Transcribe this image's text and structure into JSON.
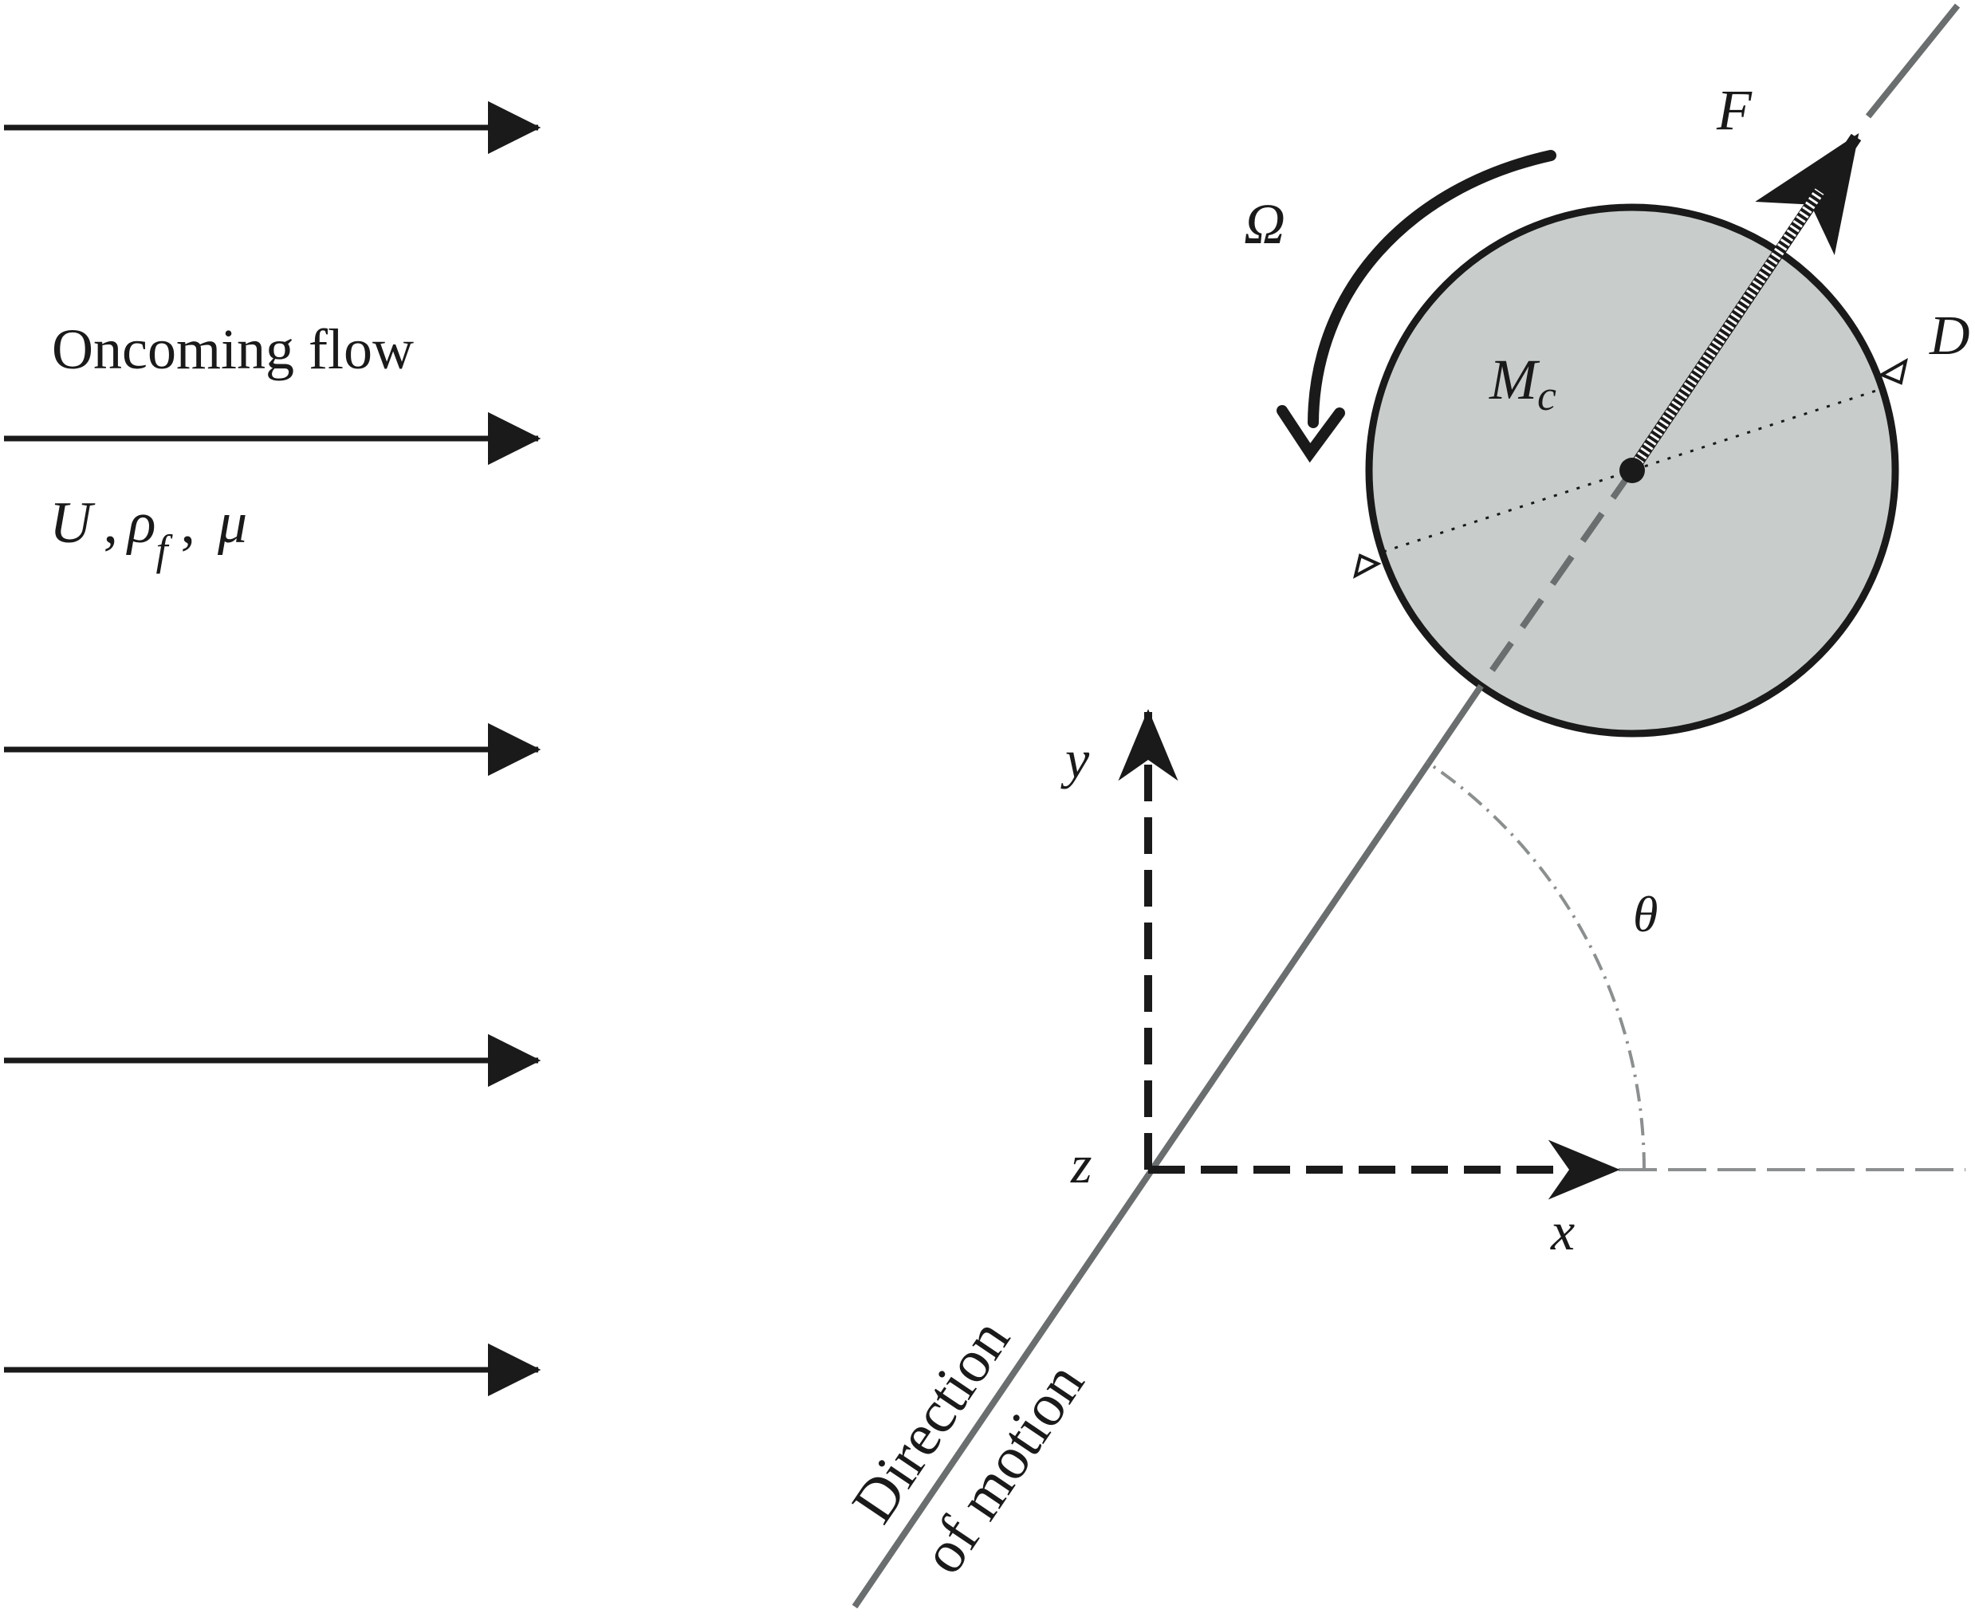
{
  "flow": {
    "title": "Oncoming flow",
    "params": {
      "U": "U",
      "sep1": ",",
      "rho": "ρ",
      "rho_sub": "f",
      "sep2": ",",
      "mu": "μ"
    }
  },
  "labels": {
    "omega": "Ω",
    "force": "F",
    "mass": "M",
    "mass_sub": "c",
    "diameter": "D",
    "y_axis": "y",
    "x_axis": "x",
    "z_axis": "z",
    "theta": "θ",
    "direction_line1": "Direction",
    "direction_line2": "of motion"
  },
  "colors": {
    "ink": "#1a1a1a",
    "cylinder_fill": "#c8cdcc",
    "motion_line": "#6a6e6e",
    "angle_guide": "#8c8f8f"
  }
}
